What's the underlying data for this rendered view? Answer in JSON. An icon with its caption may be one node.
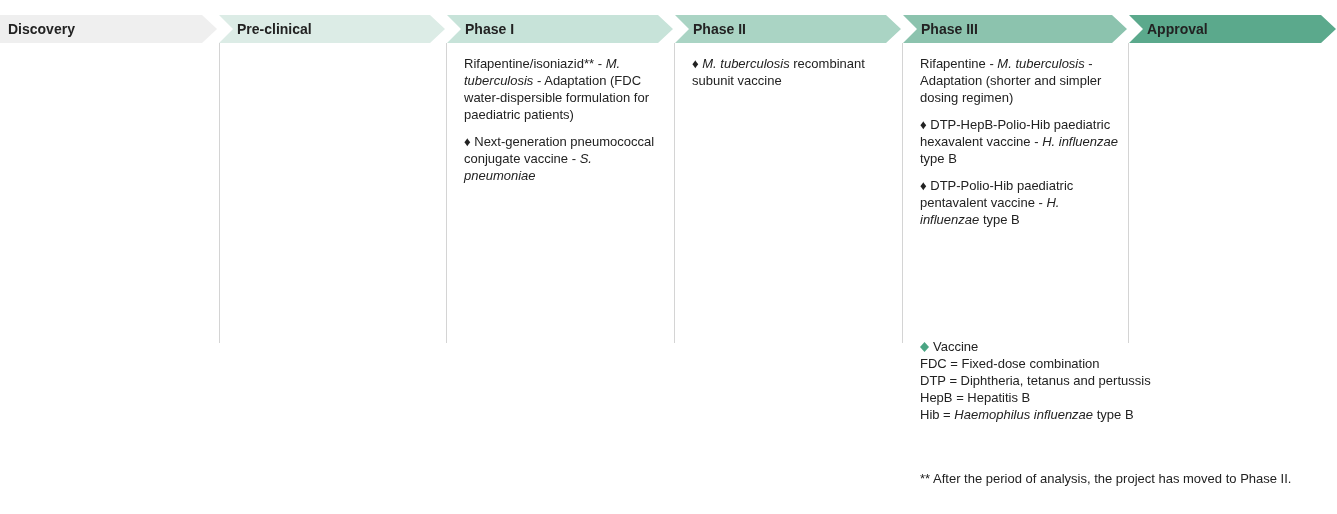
{
  "diagram": {
    "nodes": [
      {
        "text": [
          "Discovery"
        ]
      },
      {
        "text": [
          "Pre-clinical"
        ]
      },
      {
        "text": [
          "Phase I"
        ]
      },
      {
        "text": [
          "Phase II"
        ]
      },
      {
        "text": [
          "Phase III"
        ]
      },
      {
        "text": [
          "Approval"
        ]
      }
    ],
    "labels": [
      "Rifapentine/isoniazid** - *M. tuberculosis* - Adaptation (FDC water-dispersible formulation for paediatric patients)",
      "♦ Next-generation pneumococcal conjugate vaccine - *S. pneumoniae*",
      "♦ *M. tuberculosis* recombinant subunit vaccine",
      "Rifapentine - *M. tuberculosis* - Adaptation (shorter and simpler dosing regimen)",
      "♦ DTP-HepB-Polio-Hib paediatric hexavalent vaccine - *H. influenzae* type B",
      "♦ DTP-Polio-Hib paediatric pentavalent vaccine - *H. influenzae* type B",
      "FDC = Fixed-dose combination",
      "DTP = Diphtheria, tetanus and pertussis",
      "HepB = Hepatitis B",
      "Hib = *Haemophilus influenzae* type B",
      "** After the period of analysis, the project has moved to Phase II."
    ],
    "legend": [
      {
        "text": "Vaccine"
      }
    ]
  }
}
